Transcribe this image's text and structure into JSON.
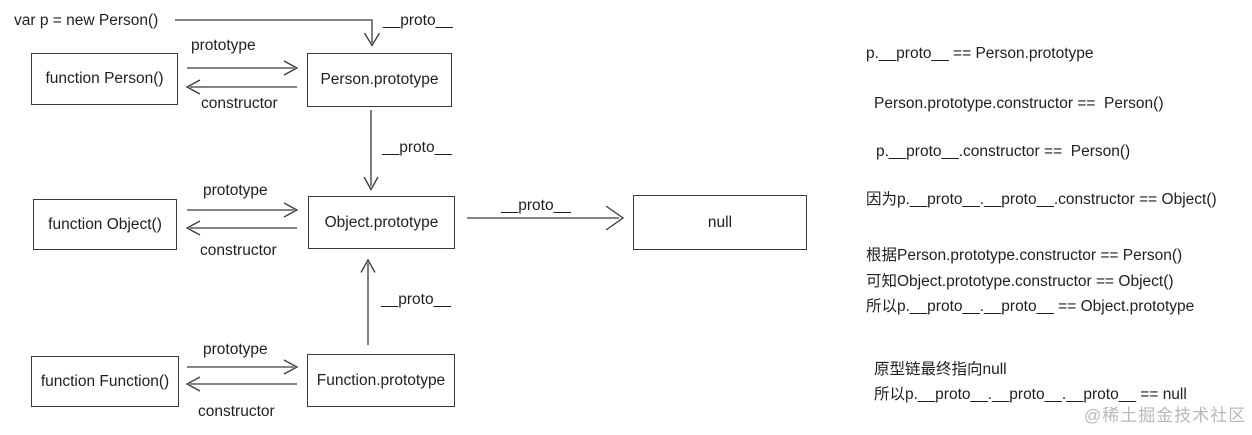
{
  "diagram": {
    "var_declaration": "var p = new Person()",
    "boxes": {
      "function_person": "function Person()",
      "person_prototype": "Person.prototype",
      "function_object": "function Object()",
      "object_prototype": "Object.prototype",
      "null_value": "null",
      "function_function": "function Function()",
      "function_prototype": "Function.prototype"
    },
    "edge_labels": {
      "proto": "__proto__",
      "prototype": "prototype",
      "constructor": "constructor"
    }
  },
  "notes": {
    "lines": [
      "p.__proto__ == Person.prototype",
      "Person.prototype.constructor ==  Person()",
      "p.__proto__.constructor ==  Person()",
      "因为p.__proto__.__proto__.constructor == Object()",
      "根据Person.prototype.constructor == Person()",
      "可知Object.prototype.constructor == Object()",
      "所以p.__proto__.__proto__ == Object.prototype",
      "原型链最终指向null",
      "所以p.__proto__.__proto__.__proto__ == null"
    ]
  },
  "watermark": "@稀土掘金技术社区"
}
